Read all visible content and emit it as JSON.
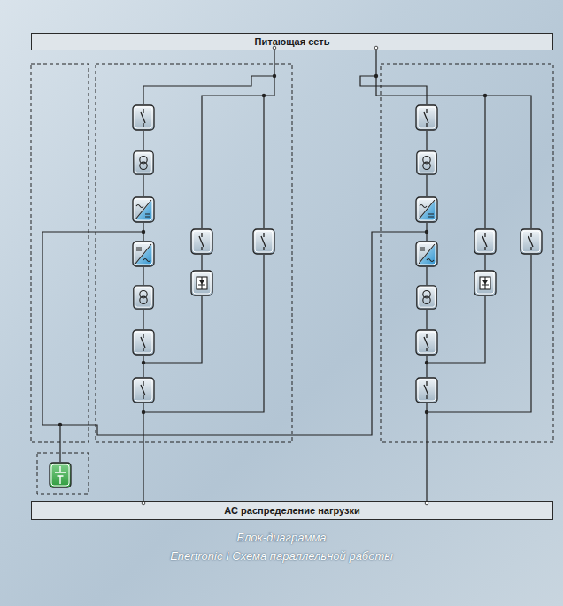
{
  "diagram": {
    "caption": "Блок-диаграмма",
    "nodes": [
      {
        "text": [
          "Питающая сеть"
        ]
      },
      {
        "text": [
          "AC распределение нагрузки"
        ]
      }
    ],
    "labels": [
      "Enertronic I Схема параллельной работы"
    ]
  }
}
